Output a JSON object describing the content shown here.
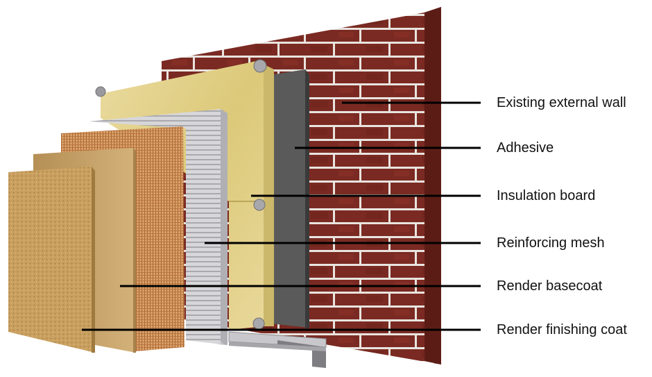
{
  "diagram": {
    "colors": {
      "brick": "#7a2a22",
      "mortar": "#e9e4df",
      "adhesive": "#555555",
      "insulation": "#e0cf8a",
      "mesh_board": "#cfcfd2",
      "orange_mesh": "#c98a4e",
      "basecoat": "#c8a46a",
      "finish": "#c9a060",
      "leader": "#000000"
    },
    "labels": [
      {
        "id": "existing-external-wall",
        "text": "Existing external wall"
      },
      {
        "id": "adhesive",
        "text": "Adhesive"
      },
      {
        "id": "insulation-board",
        "text": "Insulation board"
      },
      {
        "id": "reinforcing-mesh",
        "text": "Reinforcing mesh"
      },
      {
        "id": "render-basecoat",
        "text": "Render basecoat"
      },
      {
        "id": "render-finishing-coat",
        "text": "Render finishing coat"
      }
    ]
  }
}
